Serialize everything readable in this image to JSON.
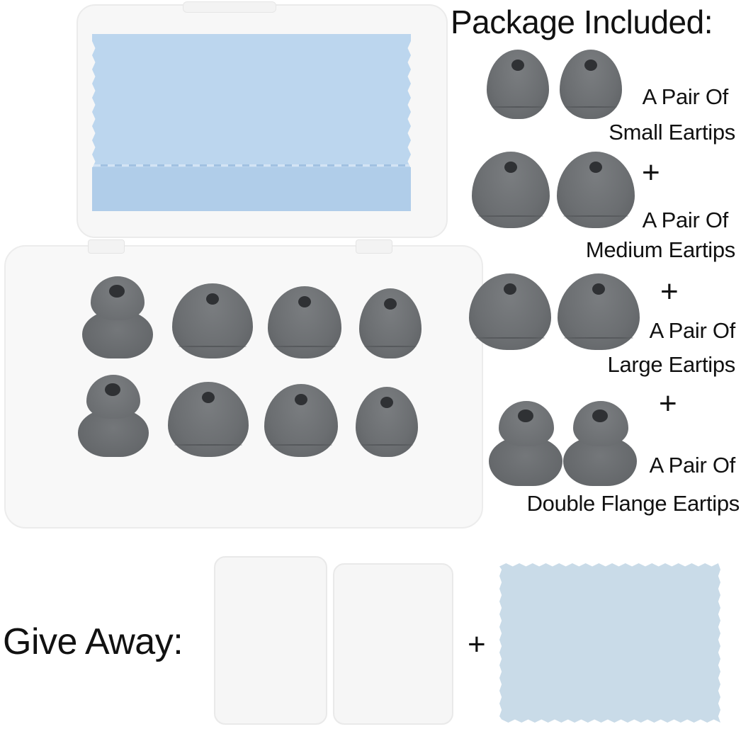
{
  "package": {
    "title": "Package Included:",
    "items": [
      {
        "line1": "A Pair Of",
        "line2": "Small Eartips"
      },
      {
        "line1": "A Pair Of",
        "line2": "Medium Eartips"
      },
      {
        "line1": "A Pair Of",
        "line2": "Large Eartips"
      },
      {
        "line1": "A Pair Of",
        "line2": "Double Flange Eartips"
      }
    ],
    "separator": "+"
  },
  "giveaway": {
    "title": "Give Away:",
    "separator": "+",
    "items": [
      "storage-case",
      "cleaning-cloth"
    ]
  },
  "colors": {
    "eartip": "#6b6e71",
    "cloth": "#bcd6ee",
    "case": "#f7f7f7",
    "text": "#111111"
  }
}
